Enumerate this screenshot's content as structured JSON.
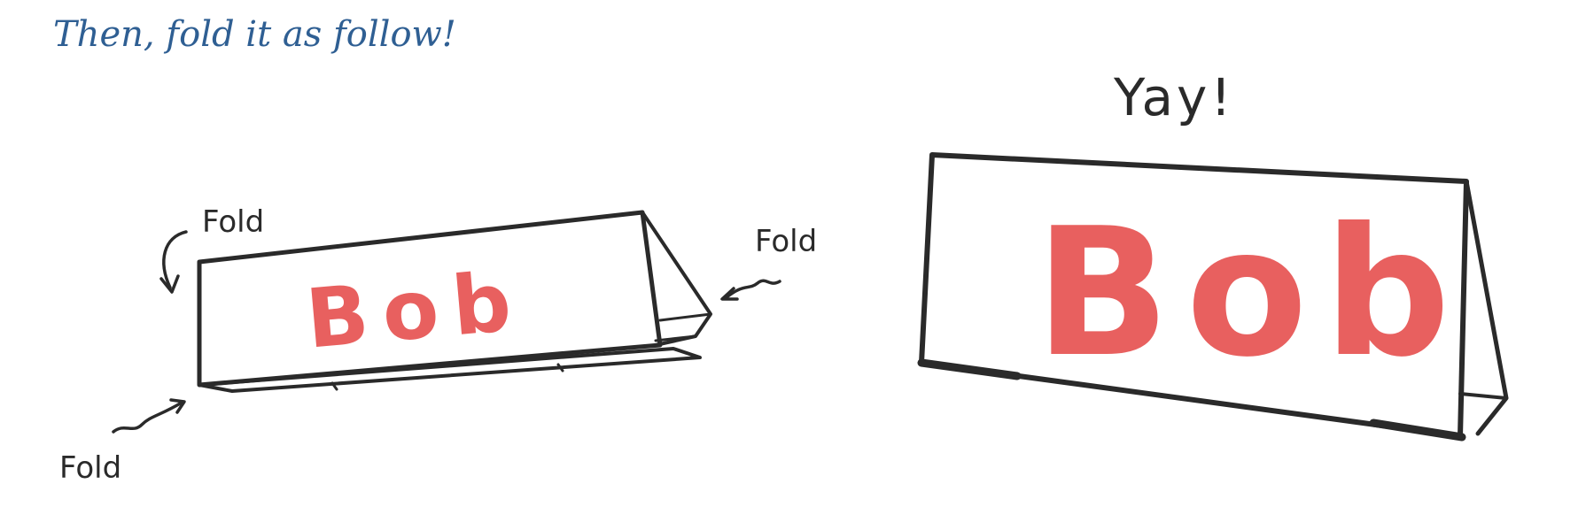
{
  "heading": "Then, fold it as follow!",
  "fold_label": "Fold",
  "yay_label": "Yay!",
  "name_text": "Bob",
  "colors": {
    "heading": "#2f5f93",
    "ink": "#2a2a2a",
    "name": "#e8605f"
  }
}
